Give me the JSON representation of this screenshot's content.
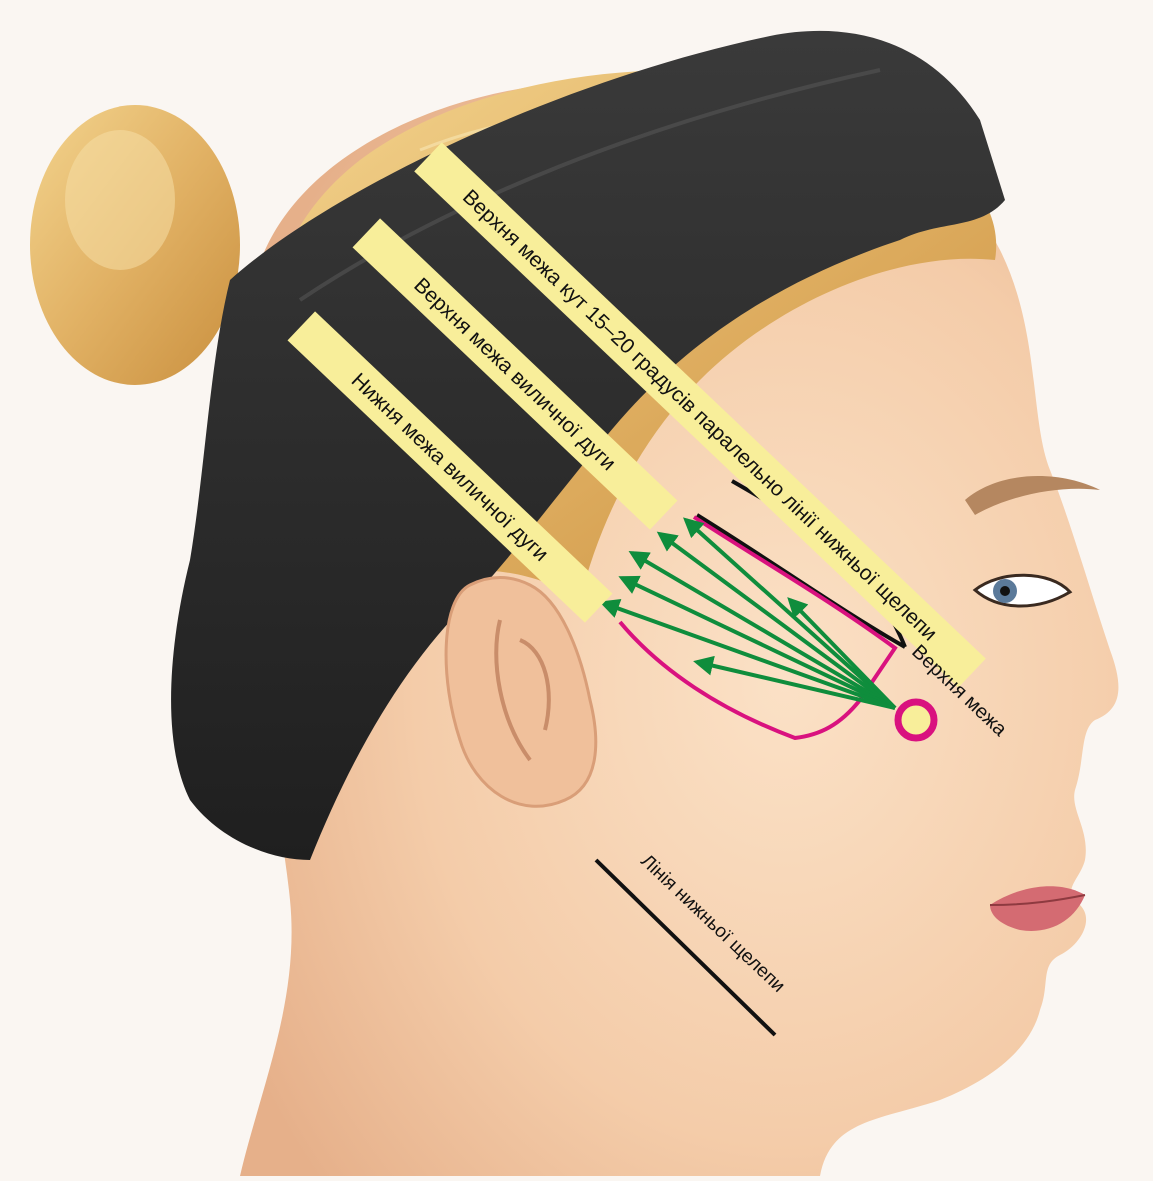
{
  "labels": {
    "upper_angle": "Верхня межа кут 15–20 градусів паралельно лінії нижньої щелепи",
    "upper_zygomatic": "Верхня межа виличної дуги",
    "lower_zygomatic": "Нижня межа виличної дуги",
    "upper_boundary": "Верхня межа",
    "jaw_line": "Лінія нижньої щелепи"
  },
  "colors": {
    "label_band": "#f8ee9a",
    "zone_outline": "#d9127f",
    "arrow": "#0f8d3c",
    "guide_line": "#111111",
    "headband": "#2b2b2b",
    "hair": "#e2b66a",
    "skin": "#f6d2b4"
  },
  "icons": {
    "entry_point": "circle-marker-icon"
  }
}
